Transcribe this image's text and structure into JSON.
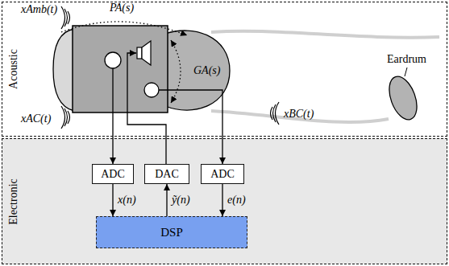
{
  "diagram": {
    "nodes": [
      {
        "text": [
          "Acoustic"
        ]
      },
      {
        "text": [
          "Electronic"
        ]
      },
      {
        "text": [
          "ADC"
        ],
        "in": 1
      },
      {
        "text": [
          "DAC"
        ],
        "in": 1
      },
      {
        "text": [
          "ADC"
        ],
        "in": 1
      },
      {
        "text": [
          "DSP"
        ],
        "in": 1
      }
    ],
    "edges": [
      {
        "from": 2,
        "to": 5,
        "label": "x(n)",
        "arrow": "to"
      },
      {
        "from": 5,
        "to": 3,
        "label": "ỹ(n)",
        "arrow": "to"
      },
      {
        "from": 4,
        "to": 5,
        "label": "e(n)",
        "arrow": "to"
      }
    ],
    "labels": [
      "xAmb(t)",
      "PA(s)",
      "Eardrum",
      "GA(s)",
      "xAC(t)",
      "xBC(t)"
    ]
  }
}
